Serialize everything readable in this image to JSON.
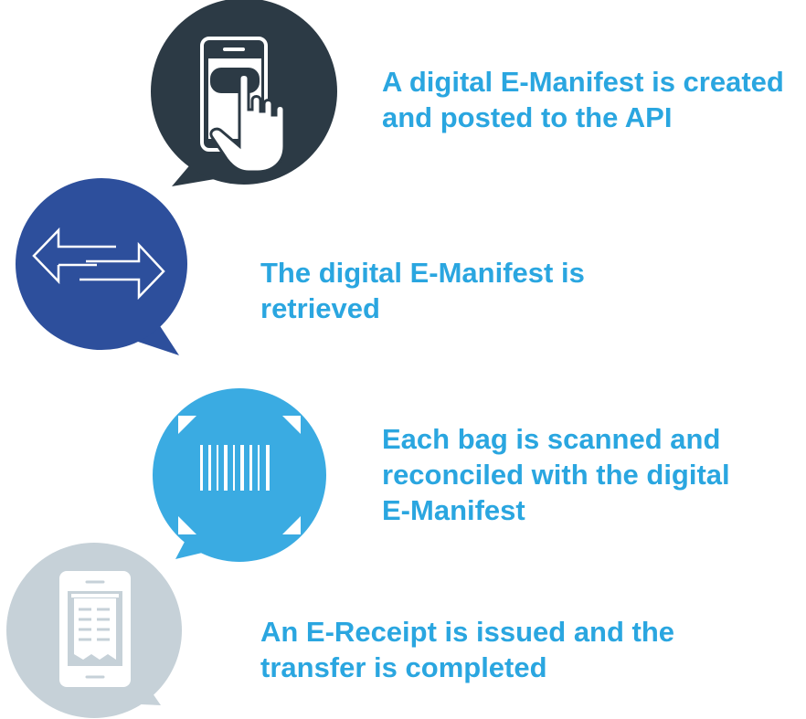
{
  "steps": [
    {
      "text_line1": "A digital E-Manifest is created",
      "text_line2": "and posted to the API",
      "icon": "touch-phone-icon"
    },
    {
      "text_line1": "The digital E-Manifest is",
      "text_line2": "retrieved",
      "icon": "transfer-arrows-icon"
    },
    {
      "text_line1": "Each bag is scanned and",
      "text_line2": "reconciled with the digital",
      "text_line3": "E-Manifest",
      "icon": "barcode-scan-icon"
    },
    {
      "text_line1": "An E-Receipt is issued and the",
      "text_line2": "transfer is completed",
      "icon": "receipt-phone-icon"
    }
  ],
  "colors": {
    "step1_bubble": "#2c3a45",
    "step2_bubble": "#2d4f9c",
    "step3_bubble": "#3aabe2",
    "step4_bubble": "#c6d1d8",
    "text": "#2aa6e0",
    "icon_white": "#ffffff"
  }
}
